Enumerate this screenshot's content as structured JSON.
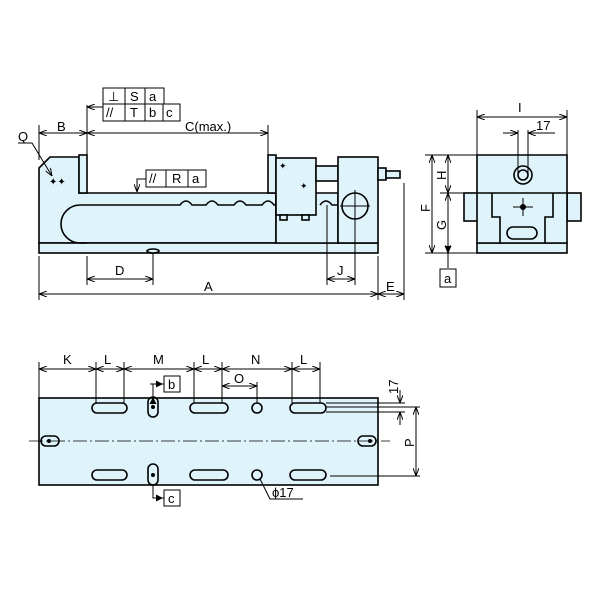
{
  "colors": {
    "body_fill": "#dff4fa",
    "line": "#000000"
  },
  "front_view": {
    "dims": {
      "A": "A",
      "B": "B",
      "C": "C(max.)",
      "D": "D",
      "E": "E",
      "J": "J",
      "Q": "Q"
    },
    "tolerance_perp": [
      "⊥",
      "S",
      "a"
    ],
    "tolerance_par": [
      "//",
      "T",
      "b",
      "c"
    ],
    "tolerance_base": [
      "//",
      "R",
      "a"
    ]
  },
  "side_view": {
    "dims": {
      "I": "I",
      "F": "F",
      "G": "G",
      "H": "H",
      "width17": "17"
    },
    "datum": "a"
  },
  "bottom_view": {
    "dims": {
      "K": "K",
      "L1": "L",
      "M": "M",
      "L2": "L",
      "N": "N",
      "L3": "L",
      "O": "O",
      "P": "P",
      "width17": "17",
      "hole": "ϕ17"
    },
    "datum_b": "b",
    "datum_c": "c"
  }
}
